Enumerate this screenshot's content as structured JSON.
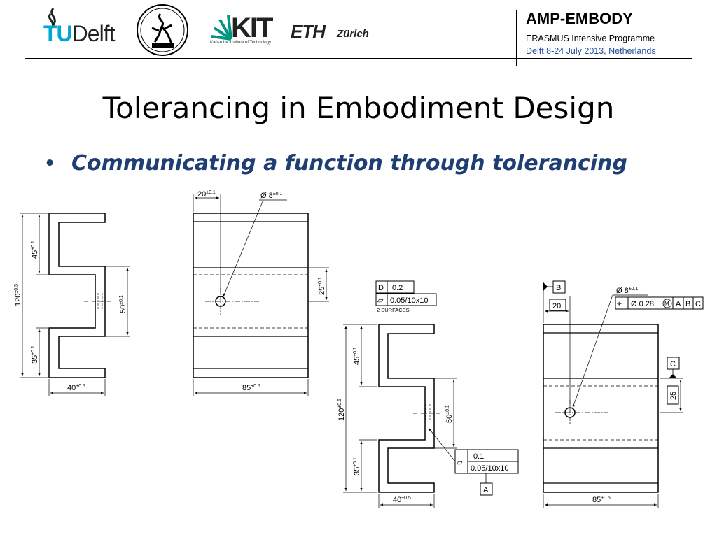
{
  "header": {
    "logos": {
      "tudelft": {
        "prefix": "TU",
        "suffix": "Delft"
      },
      "kit": {
        "name": "KIT",
        "tagline": "Karlsruhe Institute of Technology"
      },
      "eth": {
        "name": "ETH",
        "suffix": "Zürich"
      }
    },
    "programme_title": "AMP-EMBODY",
    "programme_subtitle": "ERASMUS Intensive Programme",
    "programme_date": "Delft 8-24 July 2013, Netherlands"
  },
  "slide": {
    "title": "Tolerancing in Embodiment Design",
    "bullet": "Communicating a function through tolerancing"
  },
  "drawing1": {
    "dims": {
      "height_total": "120",
      "height_total_tol": "±0.5",
      "top_flange": "45",
      "top_flange_tol": "±0.1",
      "bottom_flange": "35",
      "bottom_flange_tol": "±0.1",
      "middle": "50",
      "middle_tol": "±0.1",
      "depth": "40",
      "depth_tol": "±0.5",
      "hole_offset": "20",
      "hole_offset_tol": "±0.1",
      "hole_dia": "Ø 8",
      "hole_dia_tol": "±0.1",
      "hole_height": "25",
      "hole_height_tol": "±0.1",
      "width": "85",
      "width_tol": "±0.5"
    }
  },
  "drawing2": {
    "dims": {
      "height_total": "120",
      "height_total_tol": "±0.5",
      "top_flange": "45",
      "top_flange_tol": "±0.1",
      "bottom_flange": "35",
      "bottom_flange_tol": "±0.1",
      "middle": "50",
      "middle_tol": "±0.1",
      "depth": "40",
      "depth_tol": "±0.5",
      "hole_offset": "20",
      "hole_dia": "Ø 8",
      "hole_dia_tol": "±0.1",
      "hole_height": "25",
      "width": "85",
      "width_tol": "±0.5"
    },
    "fcf_flatness": {
      "symbol": "▱",
      "value": "0.05/10x10"
    },
    "fcf_profile": {
      "symbol": "D",
      "value": "0.2"
    },
    "note_surfaces": "2 SURFACES",
    "fcf_parallel": {
      "symbol": "▱",
      "value_top": "0.1",
      "value_bottom": "0.05/10x10"
    },
    "datum_a": "A",
    "datum_b": "B",
    "datum_c": "C",
    "fcf_position": {
      "symbol": "⌖",
      "value": "Ø 0.28",
      "modifier": "M",
      "refs": [
        "A",
        "B",
        "C"
      ]
    }
  }
}
